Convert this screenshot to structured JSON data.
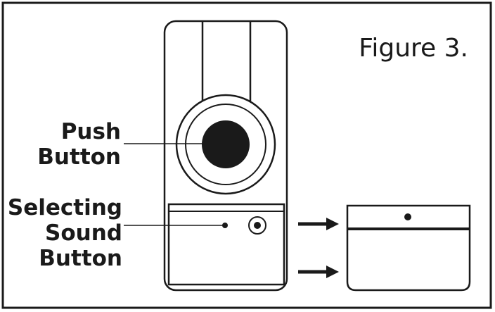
{
  "figure": {
    "caption": "Figure 3.",
    "labels": {
      "push_button": [
        "Push",
        "Button"
      ],
      "selecting_sound_button": [
        "Selecting",
        "Sound",
        "Button"
      ]
    },
    "colors": {
      "ink": "#1a1a1a",
      "background": "#ffffff"
    }
  }
}
